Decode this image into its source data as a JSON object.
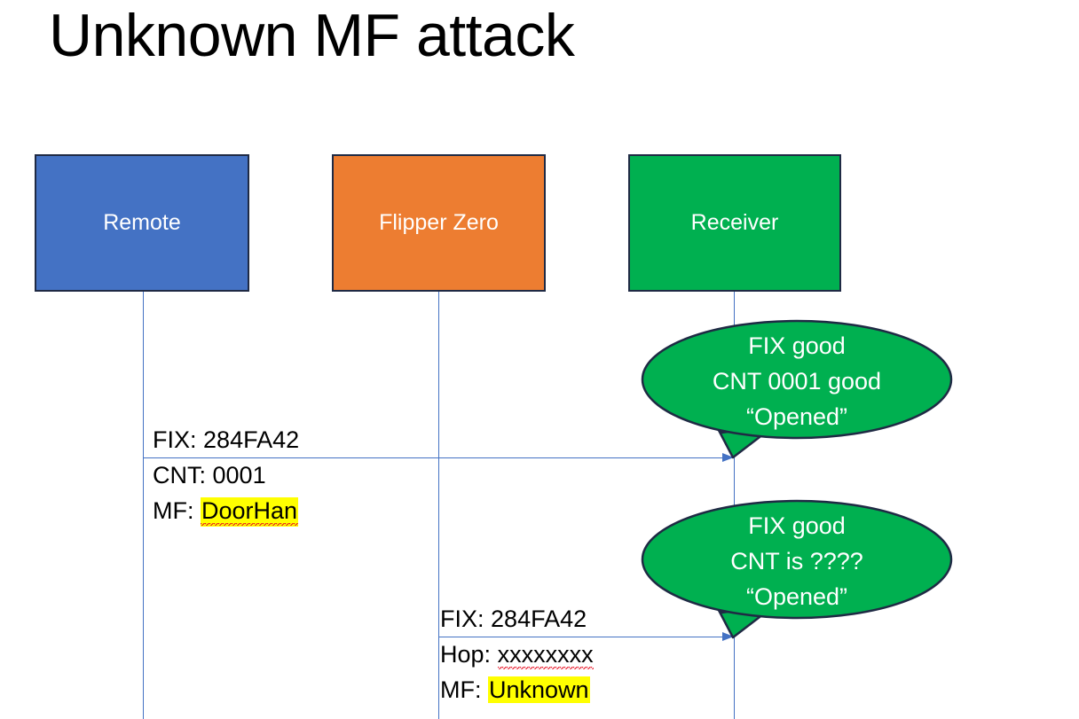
{
  "slide": {
    "title": "Unknown MF attack",
    "background": "#ffffff"
  },
  "colors": {
    "remote_fill": "#4472C4",
    "flipper_fill": "#ED7D31",
    "receiver_fill": "#00B050",
    "box_border": "#1F2A44",
    "line": "#4472C4",
    "highlight": "#FFFF00",
    "spellcheck_underline": "#E81123",
    "box_label": "#FFFFFF",
    "callout_fill": "#00B050",
    "callout_border": "#1F2A44",
    "callout_text": "#FFFFFF",
    "body_text": "#000000"
  },
  "actors": [
    {
      "id": "remote",
      "label": "Remote"
    },
    {
      "id": "flipper",
      "label": "Flipper Zero"
    },
    {
      "id": "receiver",
      "label": "Receiver"
    }
  ],
  "messages": [
    {
      "id": "remote-to-receiver",
      "from": "remote",
      "to": "receiver",
      "lines": [
        {
          "label": "FIX:",
          "value": "284FA42",
          "highlight": false,
          "spellcheck_error": false
        },
        {
          "label": "CNT:",
          "value": "0001",
          "highlight": false,
          "spellcheck_error": false
        },
        {
          "label": "MF:",
          "value": "DoorHan",
          "highlight": true,
          "spellcheck_error": true
        }
      ]
    },
    {
      "id": "flipper-to-receiver",
      "from": "flipper",
      "to": "receiver",
      "lines": [
        {
          "label": "FIX:",
          "value": "284FA42",
          "highlight": false,
          "spellcheck_error": false
        },
        {
          "label": "Hop:",
          "value": "xxxxxxxx",
          "highlight": false,
          "spellcheck_error": true
        },
        {
          "label": "MF:",
          "value": "Unknown",
          "highlight": true,
          "spellcheck_error": false
        }
      ]
    }
  ],
  "callouts": [
    {
      "id": "callout-first",
      "lines": [
        "FIX good",
        "CNT 0001 good",
        "“Opened”"
      ]
    },
    {
      "id": "callout-second",
      "lines": [
        "FIX good",
        "CNT is ????",
        "“Opened”"
      ]
    }
  ]
}
